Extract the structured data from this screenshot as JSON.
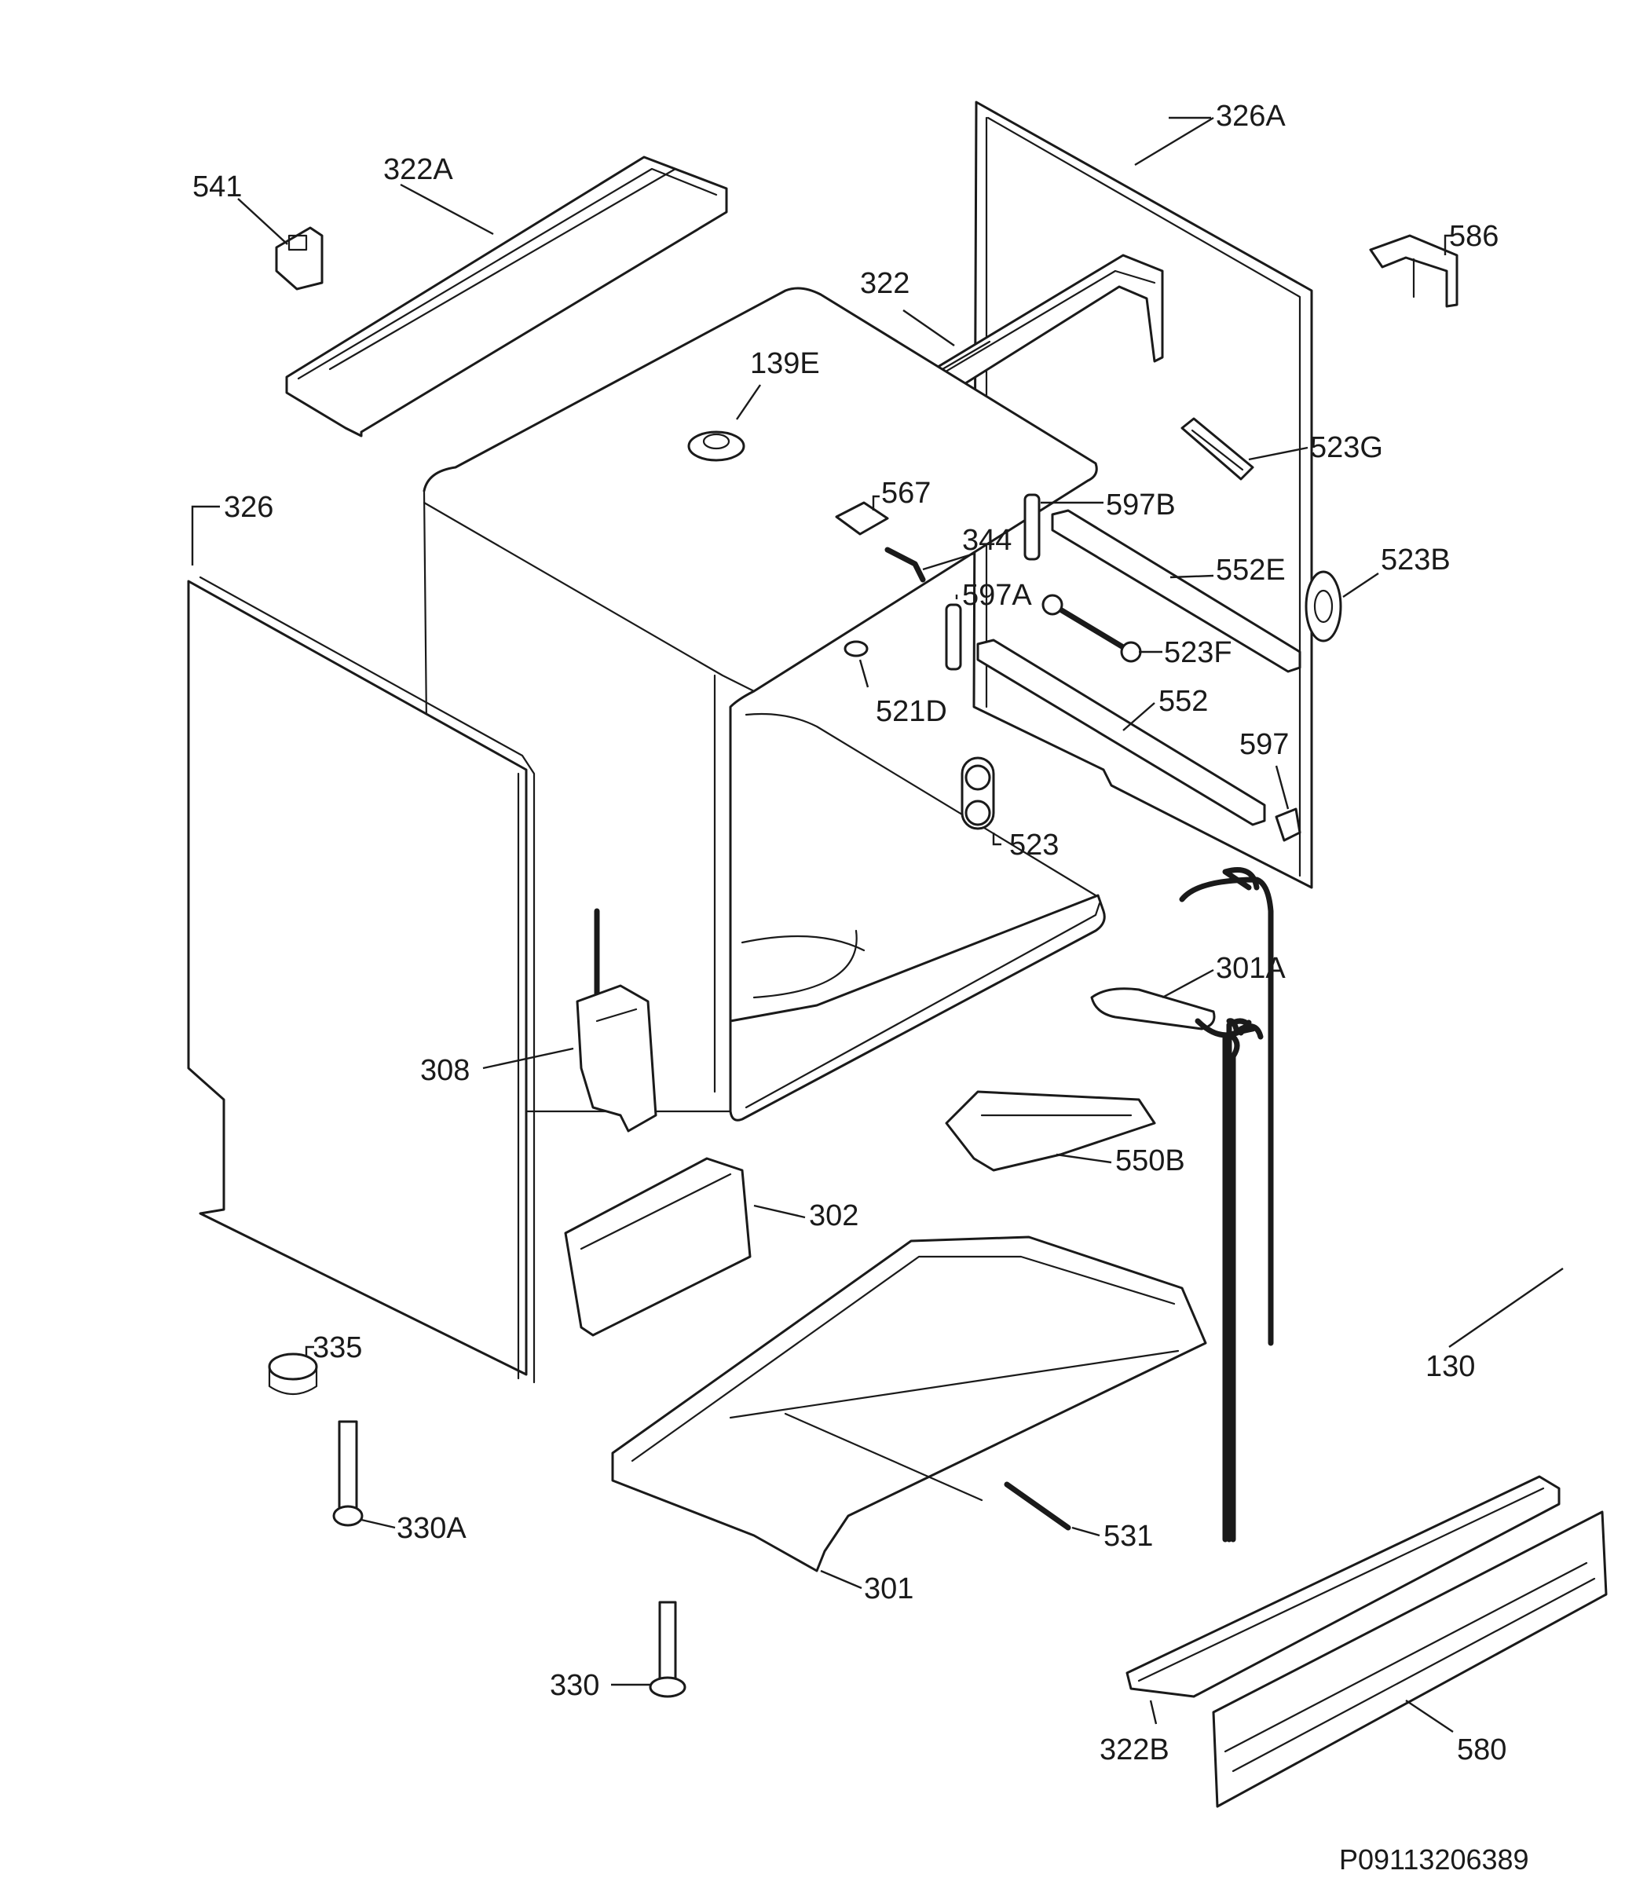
{
  "drawing_ref": "P09113206389",
  "labels": {
    "p541": "541",
    "p322A": "322A",
    "p326A": "326A",
    "p586": "586",
    "p322": "322",
    "p139E": "139E",
    "p523G": "523G",
    "p567": "567",
    "p597B": "597B",
    "p344": "344",
    "p326": "326",
    "p552E": "552E",
    "p523B": "523B",
    "p597A": "597A",
    "p523F": "523F",
    "p521D": "521D",
    "p552": "552",
    "p597": "597",
    "p523": "523",
    "p301A": "301A",
    "p308": "308",
    "p550B": "550B",
    "p302": "302",
    "p335": "335",
    "p130": "130",
    "p330A": "330A",
    "p531": "531",
    "p301": "301",
    "p330": "330",
    "p322B": "322B",
    "p580": "580"
  }
}
